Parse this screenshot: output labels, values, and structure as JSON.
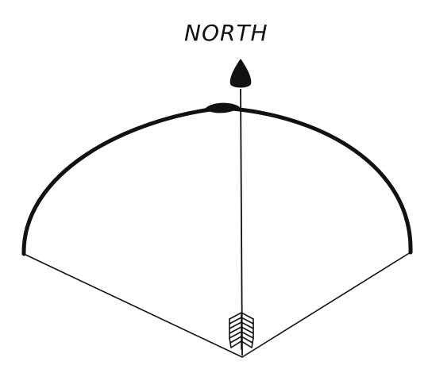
{
  "figure": {
    "label": "NORTH",
    "parts": [
      {
        "name": "bow-limb",
        "icon": "bow-icon"
      },
      {
        "name": "bow-grip",
        "icon": "grip-icon"
      },
      {
        "name": "bowstring",
        "icon": "string-icon"
      },
      {
        "name": "arrow-shaft",
        "icon": "arrow-icon"
      },
      {
        "name": "arrowhead",
        "icon": "arrowhead-icon"
      },
      {
        "name": "arrow-fletching",
        "icon": "feather-icon"
      }
    ],
    "ink_color": "#111111",
    "background_color": "#ffffff"
  }
}
